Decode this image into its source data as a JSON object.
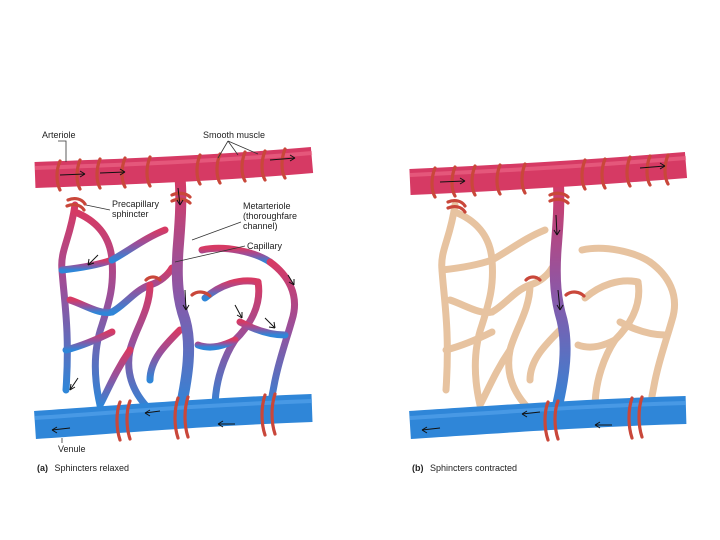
{
  "labels": {
    "arteriole": "Arteriole",
    "smooth_muscle": "Smooth muscle",
    "precapillary_1": "Precapillary",
    "precapillary_2": "sphincter",
    "metarteriole_1": "Metarteriole",
    "metarteriole_2": "(thoroughfare",
    "metarteriole_3": "channel)",
    "capillary": "Capillary",
    "venule": "Venule"
  },
  "captions": {
    "a_letter": "(a)",
    "a_text": "Sphincters relaxed",
    "b_letter": "(b)",
    "b_text": "Sphincters contracted"
  },
  "colors": {
    "arterial": "#d63a64",
    "venous": "#2f86d8",
    "mixed": "#9a4f9a",
    "bypassed_capillary": "#e7c3a0",
    "sphincter": "#d9574a"
  }
}
